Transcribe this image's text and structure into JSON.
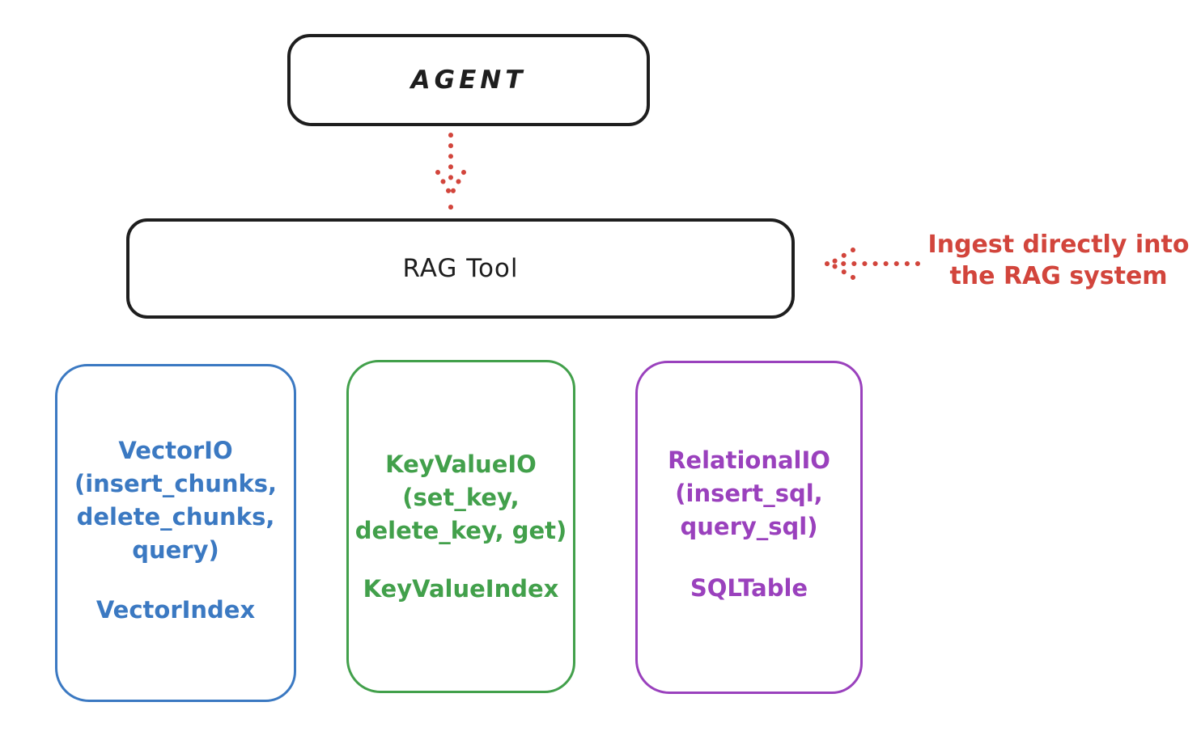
{
  "agent": {
    "label": "AGENT"
  },
  "rag_tool": {
    "label": "RAG Tool"
  },
  "annotation": {
    "line1": "Ingest directly into",
    "line2": "the RAG system"
  },
  "arrows": {
    "agent_to_rag": "dotted-down-arrow",
    "annotation_to_rag": "dotted-left-arrow"
  },
  "backends": [
    {
      "name": "vector-io",
      "color": "#3b79c2",
      "lines": [
        "VectorIO",
        "(insert_chunks,",
        "delete_chunks,",
        "query)"
      ],
      "index": "VectorIndex"
    },
    {
      "name": "keyvalue-io",
      "color": "#42a04b",
      "lines": [
        "KeyValueIO",
        "(set_key,",
        "delete_key, get)"
      ],
      "index": "KeyValueIndex"
    },
    {
      "name": "relational-io",
      "color": "#9a41bd",
      "lines": [
        "RelationalIO",
        "(insert_sql,",
        "query_sql)"
      ],
      "index": "SQLTable"
    }
  ],
  "colors": {
    "ink": "#1e1e1e",
    "accent_red": "#d2453c",
    "background": "#ffffff"
  }
}
